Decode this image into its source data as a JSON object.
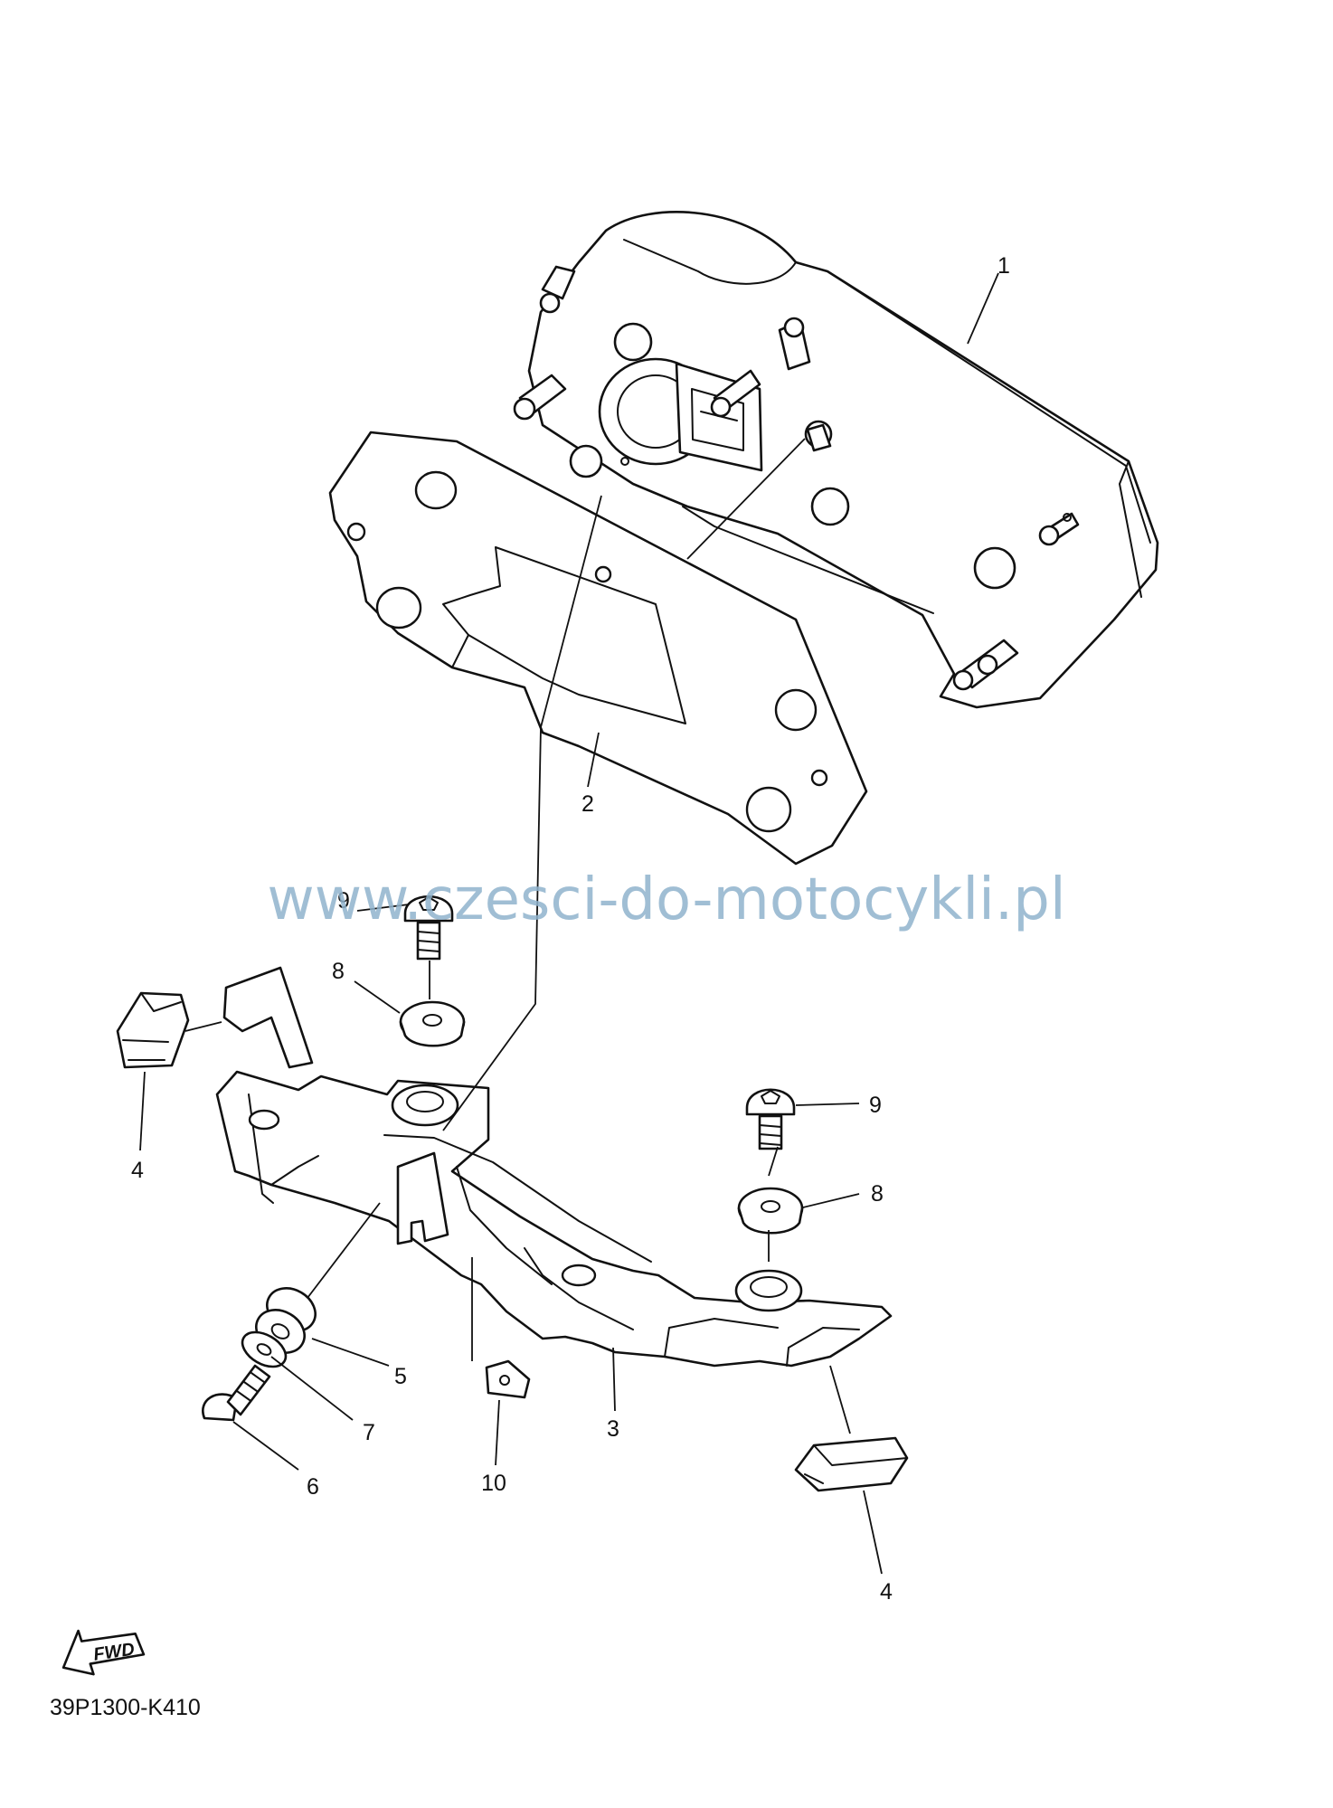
{
  "diagram": {
    "watermark": "www.czesci-do-motocykli.pl",
    "diagram_code": "39P1300-K410",
    "direction_label": "FWD",
    "callouts": [
      {
        "id": "c1",
        "label": "1",
        "part": "meter-assembly"
      },
      {
        "id": "c2",
        "label": "2",
        "part": "meter-gasket-plate"
      },
      {
        "id": "c3",
        "label": "3",
        "part": "meter-bracket"
      },
      {
        "id": "c4a",
        "label": "4",
        "part": "damper-clip"
      },
      {
        "id": "c4b",
        "label": "4",
        "part": "damper-clip"
      },
      {
        "id": "c5",
        "label": "5",
        "part": "grommet"
      },
      {
        "id": "c6",
        "label": "6",
        "part": "bolt"
      },
      {
        "id": "c7",
        "label": "7",
        "part": "washer"
      },
      {
        "id": "c8a",
        "label": "8",
        "part": "collar-damper"
      },
      {
        "id": "c8b",
        "label": "8",
        "part": "collar-damper"
      },
      {
        "id": "c9a",
        "label": "9",
        "part": "screw"
      },
      {
        "id": "c9b",
        "label": "9",
        "part": "screw"
      },
      {
        "id": "c10",
        "label": "10",
        "part": "nut-clip"
      }
    ]
  }
}
